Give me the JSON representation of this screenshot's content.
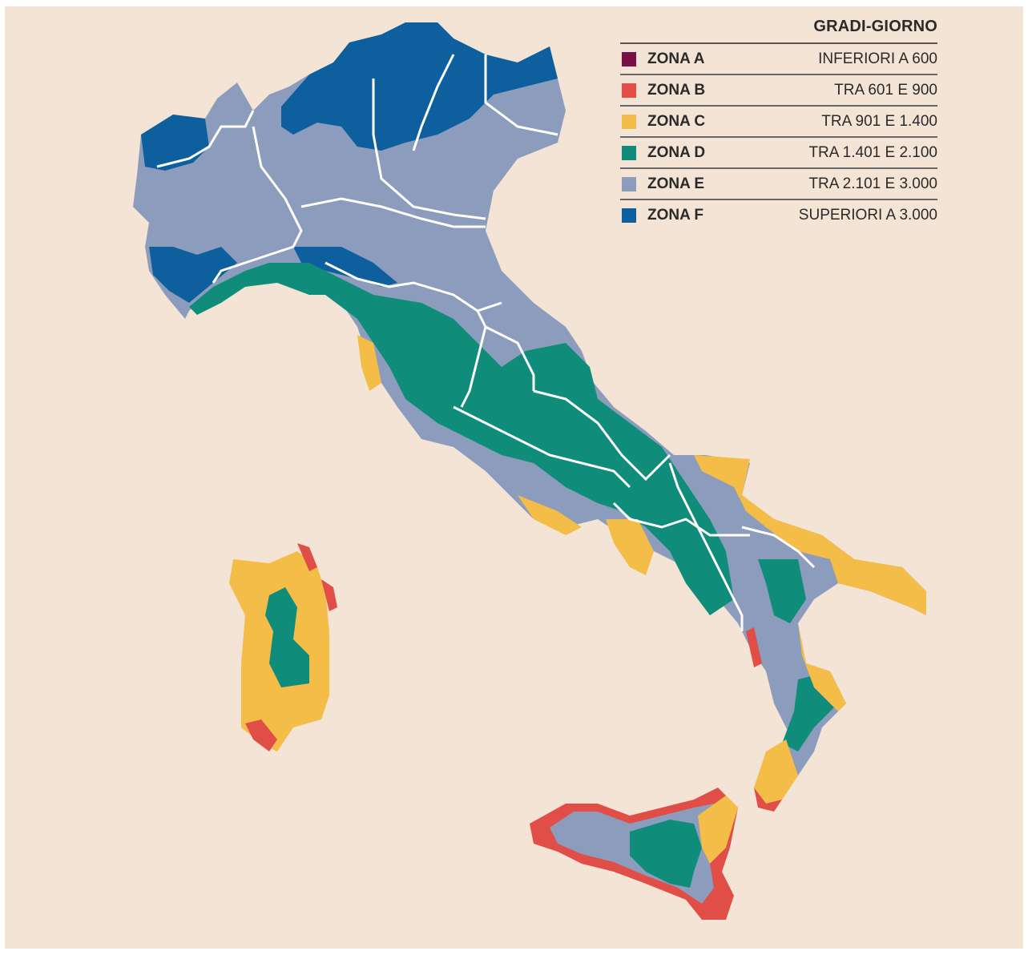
{
  "legend": {
    "title": "GRADI-GIORNO",
    "zones": [
      {
        "name": "ZONA A",
        "range": "INFERIORI A 600",
        "color": "#7a1048"
      },
      {
        "name": "ZONA B",
        "range": "TRA 601 E 900",
        "color": "#e04e47"
      },
      {
        "name": "ZONA C",
        "range": "TRA 901 E 1.400",
        "color": "#f4bd48"
      },
      {
        "name": "ZONA D",
        "range": "TRA 1.401 E 2.100",
        "color": "#108c7a"
      },
      {
        "name": "ZONA E",
        "range": "TRA 2.101 E 3.000",
        "color": "#8c9cbc"
      },
      {
        "name": "ZONA F",
        "range": "SUPERIORI A 3.000",
        "color": "#0e5f9e"
      }
    ]
  },
  "colors": {
    "background": "#f4e4d6",
    "region_border": "#ffffff"
  }
}
